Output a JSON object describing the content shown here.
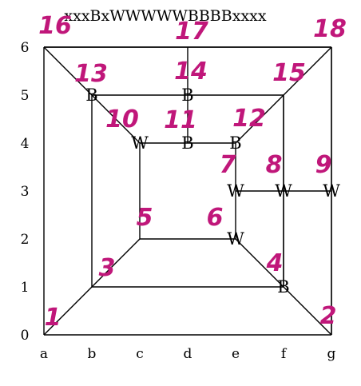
{
  "title": "xxxBxWWWWWBBBBxxxx",
  "x_ticks": [
    "a",
    "b",
    "c",
    "d",
    "e",
    "f",
    "g"
  ],
  "y_ticks": [
    "0",
    "1",
    "2",
    "3",
    "4",
    "5",
    "6"
  ],
  "annotation_color": "#c0177a",
  "points": [
    {
      "id": 1,
      "col": 0,
      "row": 0,
      "piece": ""
    },
    {
      "id": 2,
      "col": 6,
      "row": 0,
      "piece": ""
    },
    {
      "id": 3,
      "col": 1,
      "row": 1,
      "piece": ""
    },
    {
      "id": 4,
      "col": 5,
      "row": 1,
      "piece": "B"
    },
    {
      "id": 5,
      "col": 2,
      "row": 2,
      "piece": ""
    },
    {
      "id": 6,
      "col": 4,
      "row": 2,
      "piece": "W"
    },
    {
      "id": 7,
      "col": 4,
      "row": 3,
      "piece": "W"
    },
    {
      "id": 8,
      "col": 5,
      "row": 3,
      "piece": "W"
    },
    {
      "id": 9,
      "col": 6,
      "row": 3,
      "piece": "W"
    },
    {
      "id": 10,
      "col": 2,
      "row": 4,
      "piece": "W"
    },
    {
      "id": 11,
      "col": 3,
      "row": 4,
      "piece": "B"
    },
    {
      "id": 12,
      "col": 4,
      "row": 4,
      "piece": "B"
    },
    {
      "id": 13,
      "col": 1,
      "row": 5,
      "piece": "B"
    },
    {
      "id": 14,
      "col": 3,
      "row": 5,
      "piece": "B"
    },
    {
      "id": 15,
      "col": 5,
      "row": 5,
      "piece": ""
    },
    {
      "id": 16,
      "col": 0,
      "row": 6,
      "piece": ""
    },
    {
      "id": 17,
      "col": 3,
      "row": 6,
      "piece": ""
    },
    {
      "id": 18,
      "col": 6,
      "row": 6,
      "piece": ""
    }
  ],
  "edges": [
    [
      1,
      2
    ],
    [
      2,
      18
    ],
    [
      18,
      16
    ],
    [
      16,
      1
    ],
    [
      3,
      4
    ],
    [
      4,
      15
    ],
    [
      15,
      13
    ],
    [
      13,
      3
    ],
    [
      5,
      6
    ],
    [
      6,
      7
    ],
    [
      7,
      12
    ],
    [
      12,
      11
    ],
    [
      11,
      10
    ],
    [
      10,
      5
    ],
    [
      1,
      3
    ],
    [
      3,
      5
    ],
    [
      2,
      4
    ],
    [
      4,
      6
    ],
    [
      16,
      13
    ],
    [
      13,
      10
    ],
    [
      18,
      15
    ],
    [
      15,
      12
    ],
    [
      17,
      14
    ],
    [
      14,
      11
    ],
    [
      16,
      17
    ],
    [
      17,
      18
    ],
    [
      7,
      8
    ],
    [
      8,
      9
    ],
    [
      8,
      4
    ],
    [
      8,
      15
    ],
    [
      9,
      2
    ],
    [
      9,
      18
    ]
  ]
}
